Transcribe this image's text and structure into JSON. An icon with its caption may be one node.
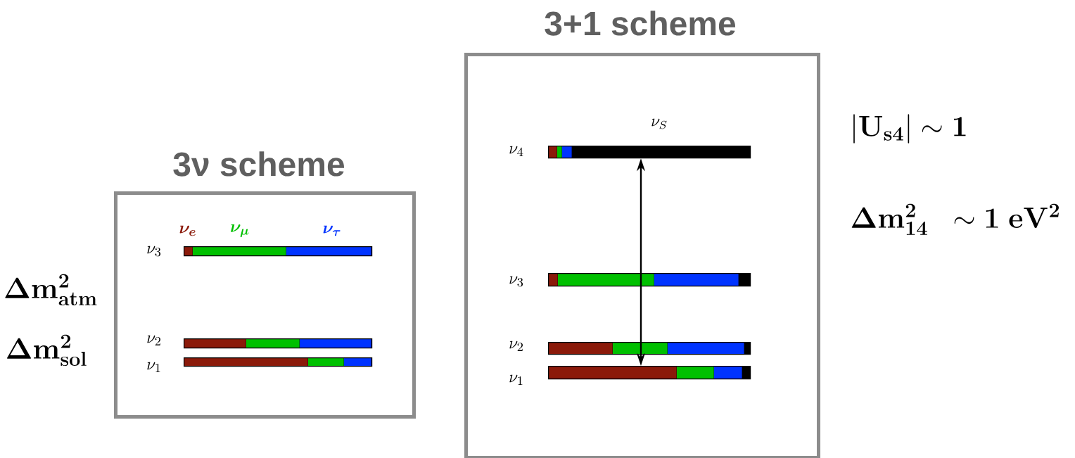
{
  "diagram": {
    "nodes": [
      {
        "text": [
          "3ν scheme"
        ]
      },
      {
        "text": [
          "3+1 scheme"
        ]
      },
      {
        "text": [],
        "shape": "bar",
        "in": 0,
        "beside": [
          "\\nu_3"
        ]
      },
      {
        "text": [],
        "shape": "bar",
        "in": 0,
        "beside": [
          "\\nu_2"
        ]
      },
      {
        "text": [],
        "shape": "bar",
        "in": 0,
        "beside": [
          "\\nu_1"
        ]
      },
      {
        "text": [],
        "shape": "bar",
        "in": 1,
        "beside": [
          "\\nu_4"
        ]
      },
      {
        "text": [],
        "shape": "bar",
        "in": 1,
        "beside": [
          "\\nu_3"
        ]
      },
      {
        "text": [],
        "shape": "bar",
        "in": 1,
        "beside": [
          "\\nu_2"
        ]
      },
      {
        "text": [],
        "shape": "bar",
        "in": 1,
        "beside": [
          "\\nu_1"
        ]
      }
    ],
    "edges": [
      {
        "from": 5,
        "to": 8,
        "arrow": "both"
      }
    ],
    "labels": [
      "\\nu_e",
      "\\nu_\\mu",
      "\\nu_\\tau",
      "\\mathbf{\\Delta m^{2}_{atm}}",
      "\\mathbf{\\Delta m^{2}_{sol}}",
      "\\nu_S",
      "\\mathbf{|U_{s4}| \\sim 1}",
      "\\mathbf{\\Delta m^{2}_{14}\\ \\ \\sim 1\\ eV^{2}}"
    ]
  }
}
